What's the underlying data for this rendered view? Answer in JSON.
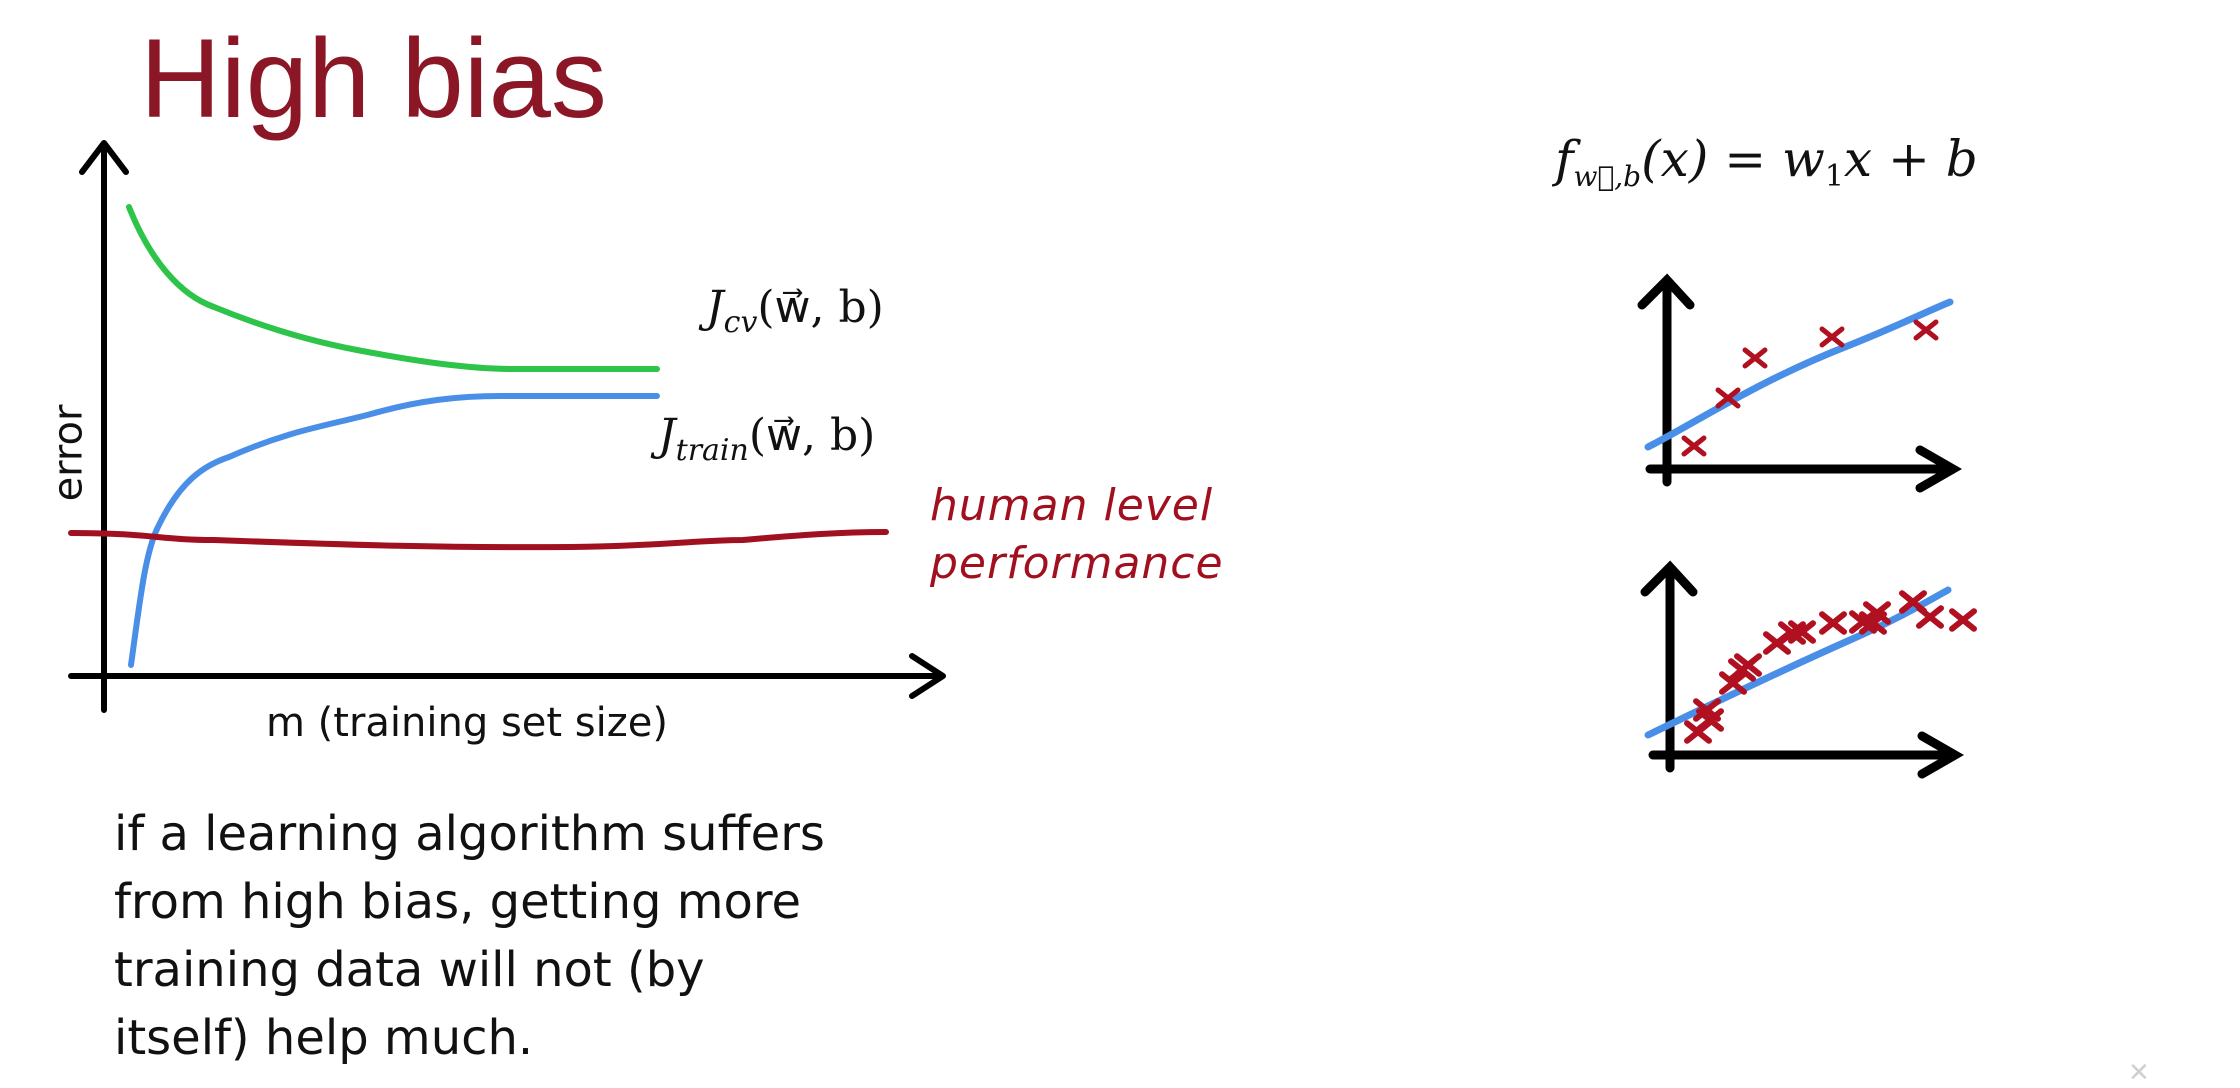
{
  "title": "High bias",
  "learning_curve": {
    "y_axis_label": "error",
    "x_axis_label": "m (training set size)",
    "jcv_label": {
      "J": "J",
      "sub": "cv",
      "args": "(w⃗, b)"
    },
    "jtrain_label": {
      "J": "J",
      "sub": "train",
      "args": "(w⃗, b)"
    },
    "human_level": [
      "human level",
      "performance"
    ],
    "colors": {
      "cv": "#2ec44a",
      "train": "#4a8fe7",
      "human": "#a0101f"
    }
  },
  "formula": {
    "f": "f",
    "sub": "w⃗,b",
    "rest": "(x) = w",
    "w_sub": "1",
    "tail": "x + b"
  },
  "paragraph": [
    "if a learning algorithm suffers",
    "from high bias, getting more",
    "training data will not (by",
    "itself) help much."
  ],
  "corner_icon": "close-icon"
}
